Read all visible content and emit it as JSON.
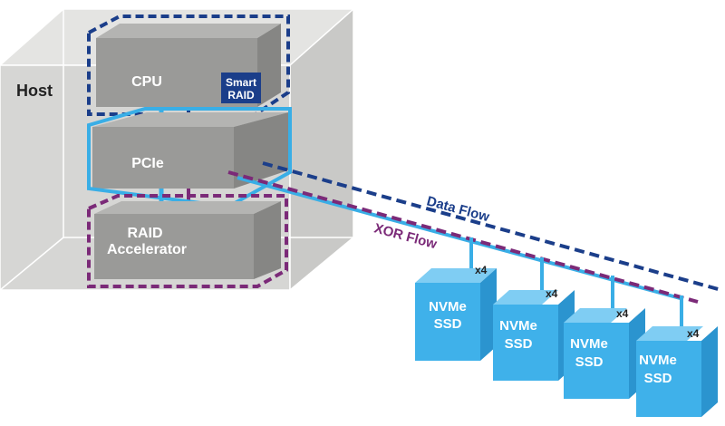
{
  "host": {
    "label": "Host"
  },
  "cpu": {
    "label": "CPU"
  },
  "smart_raid": {
    "line1": "Smart",
    "line2": "RAID"
  },
  "pcie": {
    "label": "PCIe"
  },
  "raid_accelerator": {
    "line1": "RAID",
    "line2": "Accelerator"
  },
  "flows": {
    "data": {
      "label": "Data Flow",
      "color": "#1b3e8a"
    },
    "xor": {
      "label": "XOR Flow",
      "color": "#7b2a78"
    }
  },
  "ssds": [
    {
      "line1": "NVMe",
      "line2": "SSD",
      "lanes": "x4"
    },
    {
      "line1": "NVMe",
      "line2": "SSD",
      "lanes": "x4"
    },
    {
      "line1": "NVMe",
      "line2": "SSD",
      "lanes": "x4"
    },
    {
      "line1": "NVMe",
      "line2": "SSD",
      "lanes": "x4"
    }
  ],
  "colors": {
    "host_fill": "#d7d7d5",
    "component_fill": "#9a9a98",
    "pcie_outline": "#39aee6",
    "ssd_fill": "#3fb1ea"
  }
}
